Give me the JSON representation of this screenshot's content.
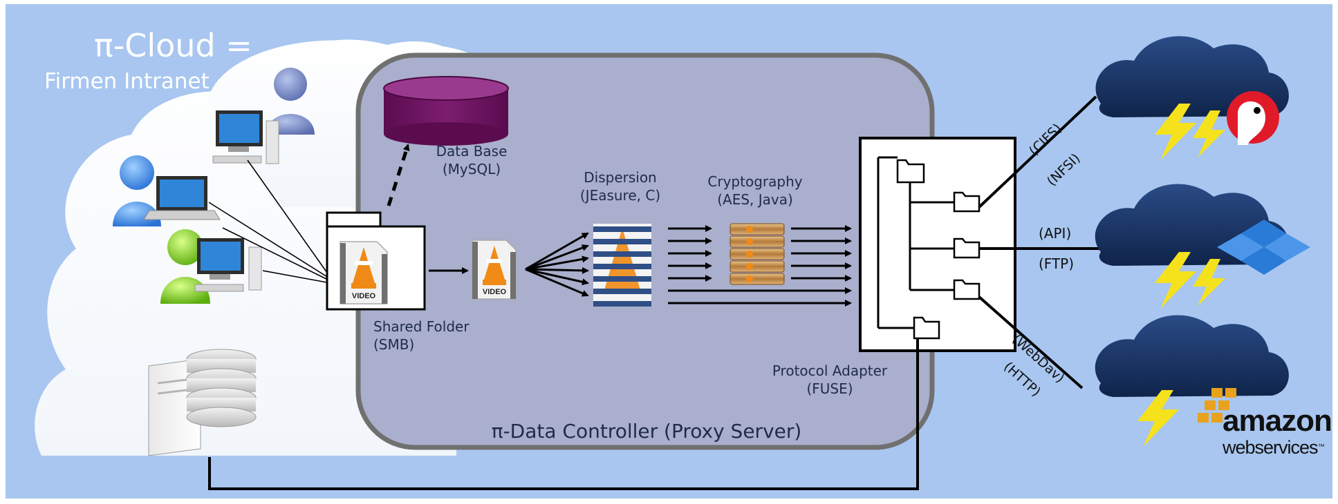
{
  "intranet": {
    "title": "π-Cloud =",
    "subtitle": "Firmen Intranet"
  },
  "components": {
    "database": {
      "name": "Data Base",
      "detail": "(MySQL)"
    },
    "shared_folder": {
      "name": "Shared Folder",
      "detail": "(SMB)"
    },
    "dispersion": {
      "name": "Dispersion",
      "detail": "(JEasure, C)"
    },
    "cryptography": {
      "name": "Cryptography",
      "detail": "(AES, Java)"
    },
    "protocol_adapter": {
      "name": "Protocol Adapter",
      "detail": "(FUSE)"
    },
    "proxy_server": {
      "label": "π-Data Controller (Proxy Server)"
    }
  },
  "video_label": "VIDEO",
  "connections": {
    "cifs": "(CIFS)",
    "nfs": "(NFSI)",
    "api": "(API)",
    "ftp": "(FTP)",
    "webdav": "(WebDav)",
    "http": "(HTTP)"
  },
  "providers": {
    "amazon": {
      "name": "amazon",
      "tagline": "webservices",
      "tm": "™"
    }
  },
  "colors": {
    "background": "#a8c6ef",
    "proxy_box": "#a9afcc",
    "database": "#6a0f5e",
    "cloud_dark": "#1d3a6c",
    "lightning": "#f5e21c",
    "vlc_orange": "#f08a16"
  }
}
